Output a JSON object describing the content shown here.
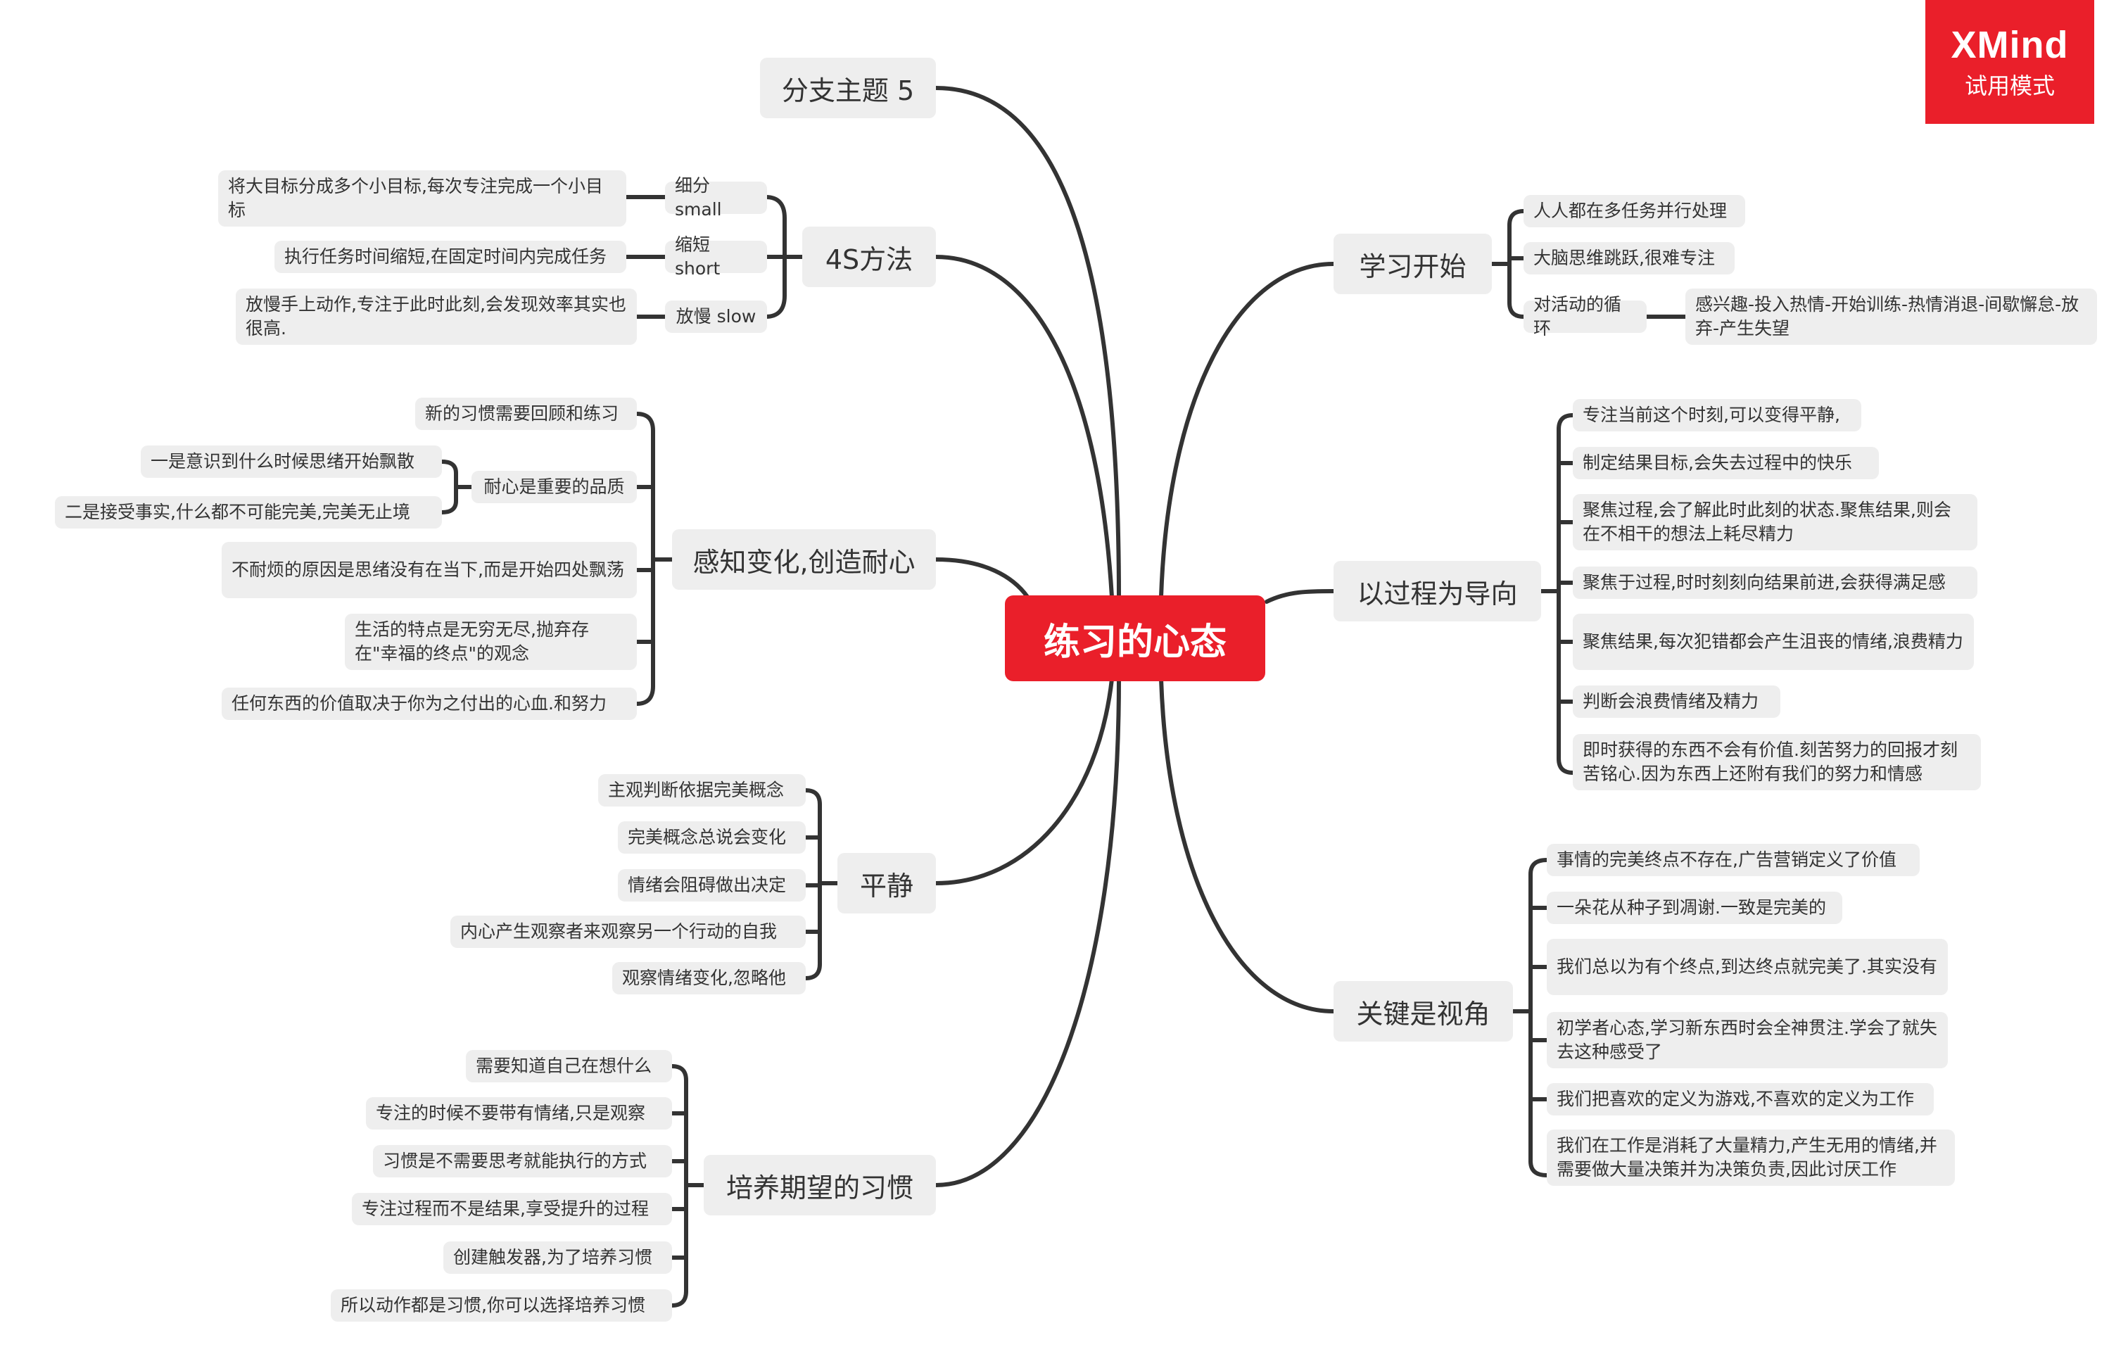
{
  "badge": {
    "brand": "XMind",
    "mode": "试用模式"
  },
  "colors": {
    "accent": "#ea1f2a",
    "node_fill": "#eeeeee",
    "line": "#333333",
    "text": "#333333"
  },
  "mindmap": {
    "root": "练习的心态",
    "branches": [
      {
        "id": "b5",
        "label": "分支主题 5",
        "children": []
      },
      {
        "id": "s4",
        "label": "4S方法",
        "children": [
          {
            "label": "细分 small",
            "children": [
              "将大目标分成多个小目标,每次专注完成一个小目标"
            ]
          },
          {
            "label": "缩短 short",
            "children": [
              "执行任务时间缩短,在固定时间内完成任务"
            ]
          },
          {
            "label": "放慢 slow",
            "children": [
              "放慢手上动作,专注于此时此刻,会发现效率其实也很高."
            ]
          }
        ]
      },
      {
        "id": "perc",
        "label": "感知变化,创造耐心",
        "children": [
          {
            "label": "新的习惯需要回顾和练习"
          },
          {
            "label": "耐心是重要的品质",
            "children": [
              "一是意识到什么时候思绪开始飘散",
              "二是接受事实,什么都不可能完美,完美无止境"
            ]
          },
          {
            "label": "不耐烦的原因是思绪没有在当下,而是开始四处飘荡"
          },
          {
            "label": "生活的特点是无穷无尽,抛弃存在\"幸福的终点\"的观念"
          },
          {
            "label": "任何东西的价值取决于你为之付出的心血.和努力"
          }
        ]
      },
      {
        "id": "calm",
        "label": "平静",
        "children": [
          "主观判断依据完美概念",
          "完美概念总说会变化",
          "情绪会阻碍做出决定",
          "内心产生观察者来观察另一个行动的自我",
          "观察情绪变化,忽略他"
        ]
      },
      {
        "id": "habit",
        "label": "培养期望的习惯",
        "children": [
          "需要知道自己在想什么",
          "专注的时候不要带有情绪,只是观察",
          "习惯是不需要思考就能执行的方式",
          "专注过程而不是结果,享受提升的过程",
          "创建触发器,为了培养习惯",
          "所以动作都是习惯,你可以选择培养习惯"
        ]
      },
      {
        "id": "start",
        "label": "学习开始",
        "children": [
          {
            "label": "人人都在多任务并行处理"
          },
          {
            "label": "大脑思维跳跃,很难专注"
          },
          {
            "label": "对活动的循环",
            "children": [
              "感兴趣-投入热情-开始训练-热情消退-间歇懈怠-放弃-产生失望"
            ]
          }
        ]
      },
      {
        "id": "proc",
        "label": "以过程为导向",
        "children": [
          "专注当前这个时刻,可以变得平静,",
          "制定结果目标,会失去过程中的快乐",
          "聚焦过程,会了解此时此刻的状态.聚焦结果,则会在不相干的想法上耗尽精力",
          "聚焦于过程,时时刻刻向结果前进,会获得满足感",
          "聚焦结果,每次犯错都会产生沮丧的情绪,浪费精力",
          "判断会浪费情绪及精力",
          "即时获得的东西不会有价值.刻苦努力的回报才刻苦铭心.因为东西上还附有我们的努力和情感"
        ]
      },
      {
        "id": "view",
        "label": "关键是视角",
        "children": [
          "事情的完美终点不存在,广告营销定义了价值",
          "一朵花从种子到凋谢.一致是完美的",
          "我们总以为有个终点,到达终点就完美了.其实没有",
          "初学者心态,学习新东西时会全神贯注.学会了就失去这种感受了",
          "我们把喜欢的定义为游戏,不喜欢的定义为工作",
          "我们在工作是消耗了大量精力,产生无用的情绪,并需要做大量决策并为决策负责,因此讨厌工作"
        ]
      }
    ]
  }
}
